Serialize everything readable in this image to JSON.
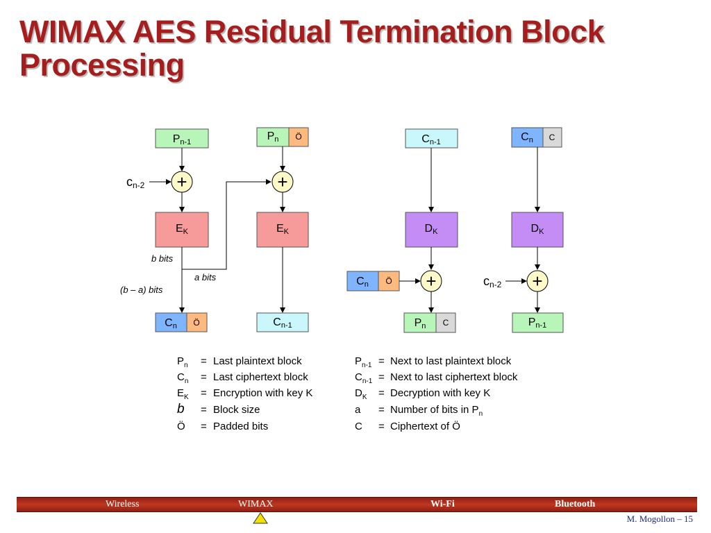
{
  "title": "WIMAX AES Residual Termination Block Processing",
  "colors": {
    "title": "#a51d1d",
    "plaintext_box": "#b8f5b8",
    "ciphertext_box": "#7fb5ff",
    "ciphertext_light_box": "#c9f7fb",
    "encrypt_box": "#f79a9a",
    "decrypt_box": "#c48cf5",
    "pad_box": "#fdb97e",
    "c_box": "#d9d9d9",
    "xor_fill": "#fdf9c8",
    "footer": "#b3301c"
  },
  "diagram": {
    "encryption": {
      "pn1_box": "P",
      "pn1_sub": "n-1",
      "pn_box": "P",
      "pn_sub": "n",
      "pad_top": "Ö",
      "cn2_label": "c",
      "cn2_sub": "n-2",
      "xor_symbol": "+",
      "ek_left": "E",
      "ek_left_sub": "K",
      "ek_right": "E",
      "ek_right_sub": "K",
      "b_bits": "b bits",
      "a_bits": "a bits",
      "ba_bits": "(b – a) bits",
      "cn_out": "C",
      "cn_out_sub": "n",
      "pad_out": "Ö",
      "cn1_out": "C",
      "cn1_out_sub": "n-1"
    },
    "decryption": {
      "cn1_box": "C",
      "cn1_sub": "n-1",
      "cn_box": "C",
      "cn_sub": "n",
      "c_top": "C",
      "dk_left": "D",
      "dk_left_sub": "K",
      "dk_right": "D",
      "dk_right_sub": "K",
      "cn_in": "C",
      "cn_in_sub": "n",
      "pad_in": "Ö",
      "xor_symbol": "+",
      "cn2_label": "c",
      "cn2_sub": "n-2",
      "pn_out": "P",
      "pn_out_sub": "n",
      "c_out": "C",
      "pn1_out": "P",
      "pn1_out_sub": "n-1"
    }
  },
  "legend": {
    "left": [
      {
        "sym": "P",
        "sub": "n",
        "eq": "=",
        "desc": "Last plaintext block"
      },
      {
        "sym": "C",
        "sub": "n",
        "eq": "=",
        "desc": "Last ciphertext block"
      },
      {
        "sym": "E",
        "sub": "K",
        "eq": "=",
        "desc": "Encryption with key K"
      },
      {
        "sym": "b",
        "sub": "",
        "eq": "=",
        "desc": "Block size"
      },
      {
        "sym": "Ö",
        "sub": "",
        "eq": "=",
        "desc": "Padded bits"
      }
    ],
    "right": [
      {
        "sym": "P",
        "sub": "n-1",
        "eq": "=",
        "desc": "Next to last plaintext block"
      },
      {
        "sym": "C",
        "sub": "n-1",
        "eq": "=",
        "desc": "Next to last ciphertext block"
      },
      {
        "sym": "D",
        "sub": "K",
        "eq": "=",
        "desc": "Decryption with key K"
      },
      {
        "sym": "a",
        "sub": "",
        "eq": "=",
        "desc": "Number of bits in P",
        "desc_sub": "n"
      },
      {
        "sym": "C",
        "sub": "",
        "eq": "=",
        "desc": "Ciphertext of Ö"
      }
    ]
  },
  "footer": {
    "items": [
      "Wireless",
      "WIMAX",
      "Wi-Fi",
      "Bluetooth"
    ],
    "active": "Wi-Fi",
    "page": "M. Mogollon – 15"
  }
}
